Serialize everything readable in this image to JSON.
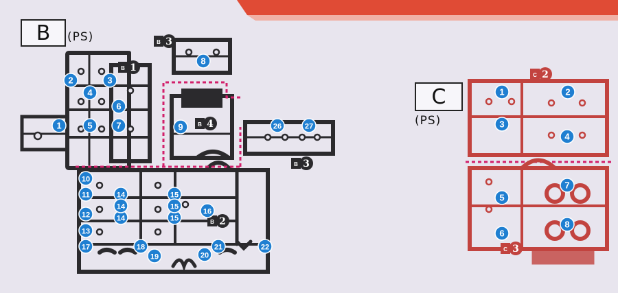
{
  "sections": {
    "b": {
      "label": "B",
      "sublabel": "(PS)"
    },
    "c": {
      "label": "C",
      "sublabel": "(PS)"
    }
  },
  "colors": {
    "sprue_b": "#2b2a2d",
    "sprue_c": "#c2433f",
    "badge": "#1f7fd1",
    "cut_line": "#d2206b",
    "background": "#e8e5ee",
    "accent_banner": "#e04b35"
  },
  "runner_tags_b": [
    {
      "label": "B1",
      "number": "1"
    },
    {
      "label": "B3",
      "number": "3"
    },
    {
      "label": "B4",
      "number": "4"
    },
    {
      "label": "B3",
      "number": "3"
    },
    {
      "label": "B2",
      "number": "2"
    }
  ],
  "runner_tags_c": [
    {
      "label": "C2",
      "number": "2"
    },
    {
      "label": "C3",
      "number": "3"
    }
  ],
  "parts_b": [
    "1",
    "2",
    "3",
    "4",
    "5",
    "6",
    "7",
    "8",
    "9",
    "10",
    "11",
    "12",
    "13",
    "14",
    "14",
    "14",
    "15",
    "15",
    "15",
    "16",
    "17",
    "18",
    "19",
    "20",
    "21",
    "22",
    "26",
    "27"
  ],
  "parts_c": [
    "1",
    "2",
    "3",
    "4",
    "5",
    "6",
    "7",
    "8"
  ]
}
